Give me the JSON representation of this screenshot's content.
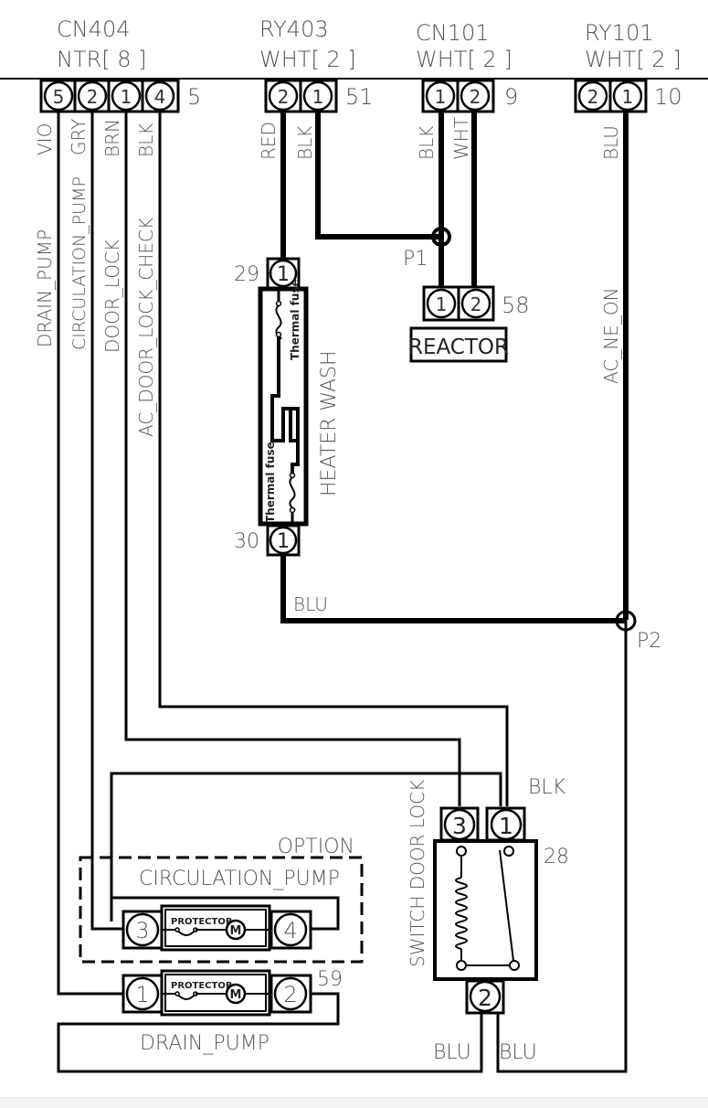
{
  "connectors": {
    "cn404": {
      "name": "CN404",
      "spec": "NTR[ 8 ]",
      "pins": [
        "5",
        "2",
        "1",
        "4"
      ],
      "ref": "5",
      "colors": [
        "VIO",
        "GRY",
        "BRN",
        "BLK"
      ]
    },
    "ry403": {
      "name": "RY403",
      "spec": "WHT[ 2 ]",
      "pins": [
        "2",
        "1"
      ],
      "ref": "51",
      "colors": [
        "RED",
        "BLK"
      ]
    },
    "cn101": {
      "name": "CN101",
      "spec": "WHT[ 2 ]",
      "pins": [
        "1",
        "2"
      ],
      "ref": "9",
      "colors": [
        "BLK",
        "WHT"
      ]
    },
    "ry101": {
      "name": "RY101",
      "spec": "WHT[ 2 ]",
      "pins": [
        "2",
        "1"
      ],
      "ref": "10",
      "colors": [
        "BLU"
      ]
    }
  },
  "signals": [
    "DRAIN_PUMP",
    "CIRCULATION_PUMP",
    "DOOR_LOCK",
    "AC_DOOR_LOCK_CHECK",
    "AC_NE_ON"
  ],
  "heater": {
    "label": "HEATER WASH",
    "top_pin": "1",
    "top_ref": "29",
    "bottom_pin": "1",
    "bottom_ref": "30",
    "fuse_label": "Thermal fuse",
    "out_color": "BLU"
  },
  "reactor": {
    "label": "REACTOR",
    "pins": [
      "1",
      "2"
    ],
    "ref": "58"
  },
  "junctions": {
    "p1": "P1",
    "p2": "P2"
  },
  "door_lock": {
    "label": "SWITCH DOOR LOCK",
    "ref": "28",
    "pins_top": [
      "3",
      "1"
    ],
    "pin_bottom": "2",
    "top_color": "BLK",
    "bottom_colors": [
      "BLU",
      "BLU"
    ]
  },
  "circulation_pump": {
    "option_label": "OPTION",
    "label": "CIRCULATION_PUMP",
    "pins": [
      "3",
      "4"
    ],
    "protector": "PROTECTOR",
    "motor": "M"
  },
  "drain_pump": {
    "label": "DRAIN_PUMP",
    "ref": "59",
    "pins": [
      "1",
      "2"
    ],
    "protector": "PROTECTOR",
    "motor": "M"
  }
}
